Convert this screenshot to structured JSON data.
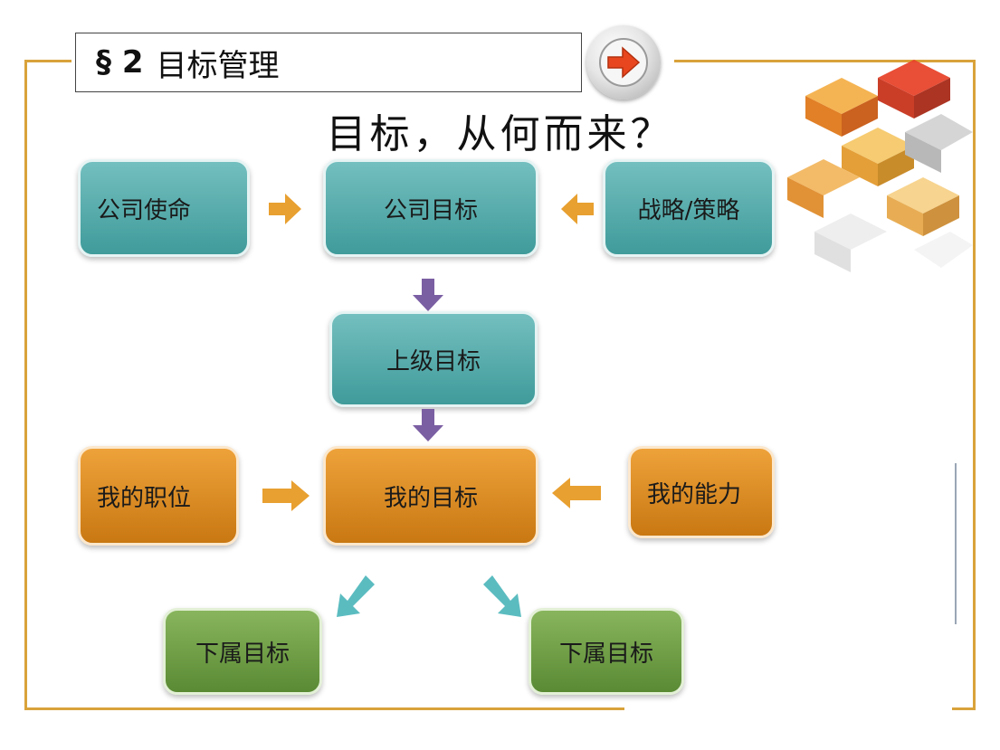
{
  "header": {
    "section_mark": "§ 2",
    "label": "目标管理"
  },
  "title": "目标，从何而来？",
  "nodes": {
    "mission": "公司使命",
    "company_goal": "公司目标",
    "strategy": "战略/策略",
    "superior_goal": "上级目标",
    "my_position": "我的职位",
    "my_goal": "我的目标",
    "my_ability": "我的能力",
    "sub_goal_left": "下属目标",
    "sub_goal_right": "下属目标"
  },
  "colors": {
    "frame": "#d9a23a",
    "teal": "#4fa8a8",
    "orange": "#e09028",
    "green": "#6d9c44",
    "arrow_orange": "#e8a030",
    "arrow_purple": "#7b5fa3",
    "arrow_teal": "#5bbcc0",
    "next_arrow": "#e8461e"
  },
  "icons": {
    "next": "right-arrow-icon"
  }
}
